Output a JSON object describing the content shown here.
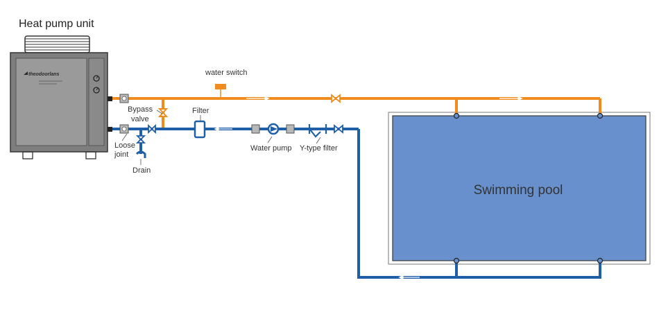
{
  "labels": {
    "title": "Heat pump unit",
    "water_switch": "water switch",
    "bypass_line1": "Bypass",
    "bypass_line2": "valve",
    "filter": "Filter",
    "water_pump": "Water pump",
    "y_filter": "Y-type filter",
    "loose_line1": "Loose",
    "loose_line2": "joint",
    "drain": "Drain",
    "pool": "Swimming pool",
    "brand": "theodoorlans"
  },
  "colors": {
    "hot_pipe": "#F08C1E",
    "cold_pipe": "#1F5FA8",
    "pool_fill": "#6890CC",
    "unit_body": "#8E8E8E",
    "unit_dark": "#4A4A4A"
  }
}
